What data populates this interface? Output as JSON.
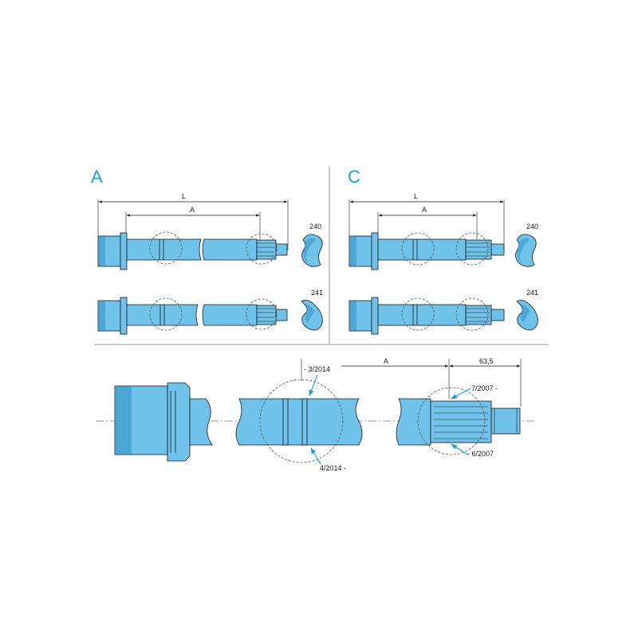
{
  "panels": {
    "a": {
      "letter": "A",
      "dim_L": "L",
      "dim_A": "A",
      "profile_240": "240",
      "profile_241": "241"
    },
    "c": {
      "letter": "C",
      "dim_L": "L",
      "dim_A": "A",
      "profile_240": "240",
      "profile_241": "241"
    }
  },
  "detail": {
    "dim_A": "A",
    "dim_63_5": "63,5",
    "callout_3_2014": "- 3/2014",
    "callout_4_2014": "4/2014 -",
    "callout_7_2007": "7/2007 -",
    "callout_6_2007": "- 6/2007"
  },
  "colors": {
    "shaft_fill": "#6fc3ea",
    "shaft_shade": "#4aa7d6",
    "accent": "#1aa0d8"
  }
}
